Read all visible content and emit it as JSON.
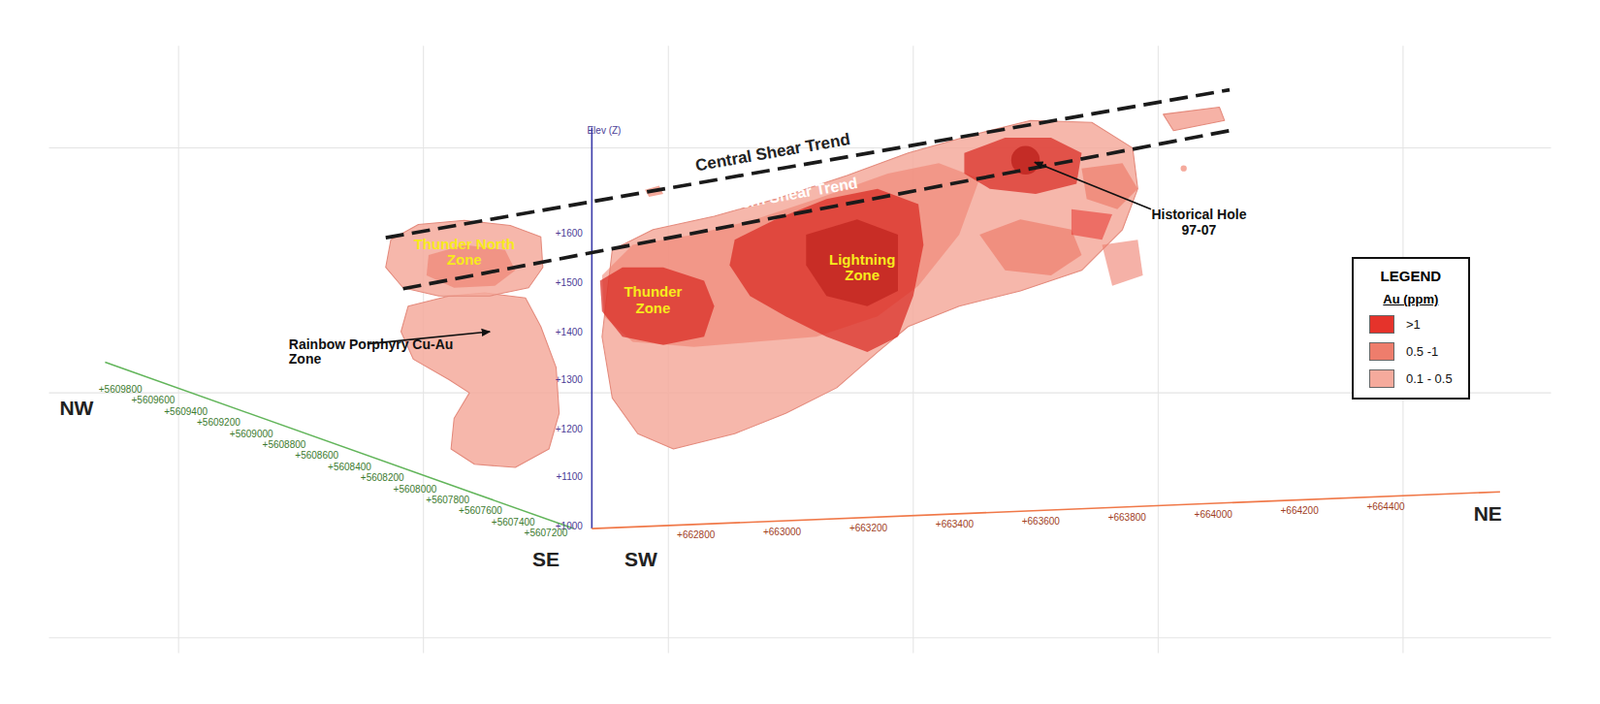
{
  "diagram": {
    "nodes": [
      {
        "text": [
          "LEGEND",
          "Au (ppm)"
        ]
      }
    ],
    "labels": [
      "Central Shear Trend",
      "Southern Shear Trend",
      "Thunder North Zone",
      "Thunder Zone",
      "Lightning Zone",
      "Historical Hole 97-07",
      "Rainbow Porphyry Cu-Au Zone",
      "Elev (Z)",
      "+1600",
      "+1500",
      "+1400",
      "+1300",
      "+1200",
      "+1100",
      "+1000",
      "+5609800",
      "+5609600",
      "+5609400",
      "+5609200",
      "+5609000",
      "+5608800",
      "+5608600",
      "+5608400",
      "+5608200",
      "+5608000",
      "+5607800",
      "+5607600",
      "+5607400",
      "+5607200",
      "+662800",
      "+663000",
      "+663200",
      "+663400",
      "+663600",
      "+663800",
      "+664000",
      "+664200",
      "+664400",
      "NW",
      "SE",
      "SW",
      "NE"
    ],
    "legend": [
      {
        "text": ">1",
        "color": "#e5332b"
      },
      {
        "text": "0.5 -1",
        "color": "#ee7d6c"
      },
      {
        "text": "0.1 - 0.5",
        "color": "#f5aa9c"
      }
    ]
  }
}
